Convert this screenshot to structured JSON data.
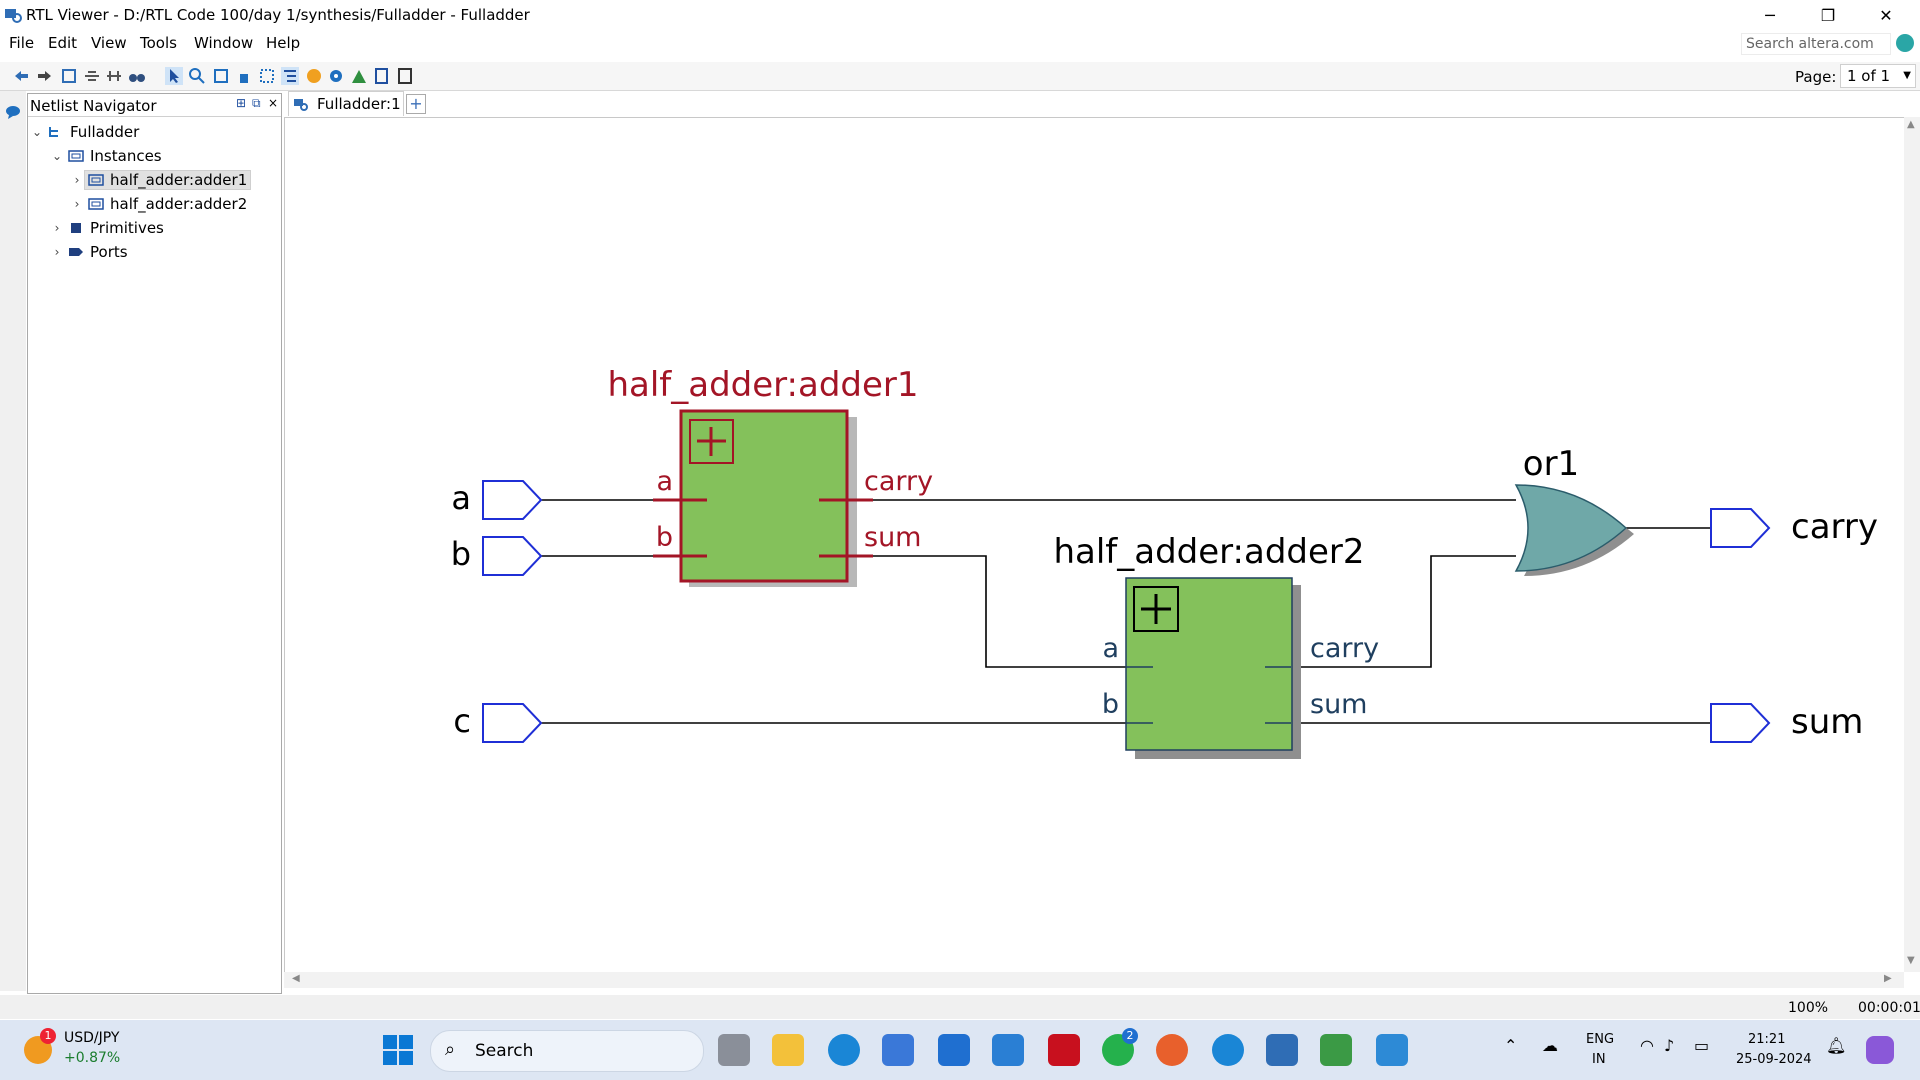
{
  "window": {
    "title": "RTL Viewer - D:/RTL Code 100/day 1/synthesis/Fulladder - Fulladder",
    "minimize": "─",
    "restore": "❐",
    "close": "✕"
  },
  "menu": [
    "File",
    "Edit",
    "View",
    "Tools",
    "Window",
    "Help"
  ],
  "search": {
    "placeholder": "Search altera.com"
  },
  "page": {
    "label": "Page:",
    "value": "1 of 1"
  },
  "navigator": {
    "title": "Netlist Navigator",
    "tree": {
      "root": "Fulladder",
      "instances": "Instances",
      "instance1": "half_adder:adder1",
      "instance2": "half_adder:adder2",
      "primitives": "Primitives",
      "ports": "Ports"
    }
  },
  "tab": {
    "label": "Fulladder:1",
    "add": "+"
  },
  "schematic": {
    "input_a": "a",
    "input_b": "b",
    "input_c": "c",
    "output_carry": "carry",
    "output_sum": "sum",
    "adder1": {
      "name": "half_adder:adder1",
      "pin_a": "a",
      "pin_b": "b",
      "pin_carry": "carry",
      "pin_sum": "sum"
    },
    "adder2": {
      "name": "half_adder:adder2",
      "pin_a": "a",
      "pin_b": "b",
      "pin_carry": "carry",
      "pin_sum": "sum"
    },
    "or_gate": "or1",
    "colors": {
      "adder1_border": "#a31526",
      "adder2_border": "#1f3f5f",
      "block_fill": "#84c15b",
      "or_fill": "#6fa8a8",
      "port": "#1f2fd6"
    }
  },
  "status": {
    "zoom": "100%",
    "time": "00:00:01"
  },
  "taskbar": {
    "ticker_name": "USD/JPY",
    "ticker_change": "+0.87%",
    "ticker_badge": "1",
    "search": "Search",
    "whatsapp_badge": "2",
    "lang": "ENG",
    "region": "IN",
    "clock_time": "21:21",
    "clock_date": "25-09-2024"
  }
}
